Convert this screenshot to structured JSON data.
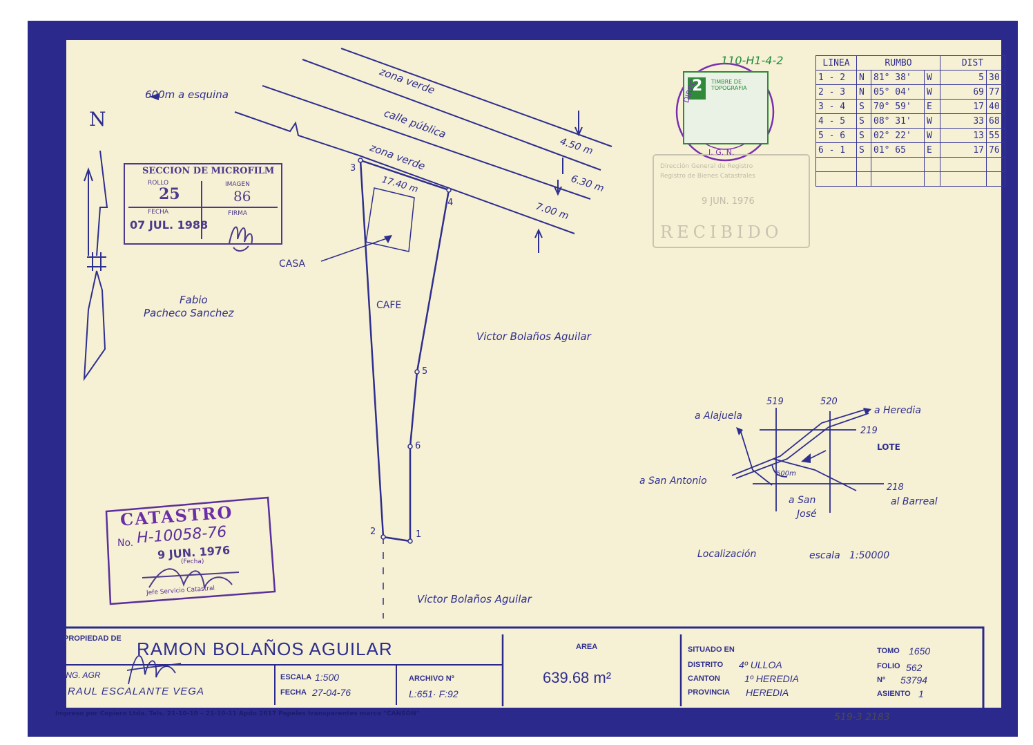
{
  "ref_top": "110-H1-4-2",
  "north": "N",
  "street": {
    "to_corner": "600m a esquina",
    "zona_verde_1": "zona verde",
    "calle": "calle pública",
    "zona_verde_2": "zona verde",
    "w1": "4.50 m",
    "w2": "6.30 m",
    "w3": "7.00 m"
  },
  "lot": {
    "front": "17.40 m",
    "house": "CASA",
    "crop": "CAFE",
    "pts": [
      "3",
      "4",
      "5",
      "6",
      "2",
      "1"
    ]
  },
  "neighbors": {
    "west_1": "Fabio",
    "west_2": "Pacheco Sanchez",
    "east": "Victor Bolaños Aguilar",
    "south": "Victor Bolaños Aguilar"
  },
  "microfilm": {
    "title": "SECCION DE MICROFILM",
    "rollo_lbl": "ROLLO",
    "rollo": "25",
    "imagen_lbl": "IMAGEN",
    "imagen": "86",
    "fecha_lbl": "FECHA",
    "fecha": "07 JUL. 1988",
    "firma_lbl": "FIRMA"
  },
  "catastro": {
    "title": "CATASTRO",
    "no_lbl": "No.",
    "no": "H-10058-76",
    "date": "9 JUN. 1976",
    "fecha_lbl": "(Fecha)",
    "jefe": "Jefe Servicio Catastral"
  },
  "ign_stamp": {
    "timbre": "TIMBRE DE TOPOGRAFIA",
    "value": "2",
    "ign": "I. G. N.",
    "direc": "DIREC"
  },
  "recibido": {
    "line1": "Dirección General de Registro",
    "line2": "Registro de Bienes Catastrales",
    "date": "9 JUN. 1976",
    "word": "RECIBIDO"
  },
  "rumbos": {
    "headers": [
      "LINEA",
      "RUMBO",
      "DIST"
    ],
    "rows": [
      [
        "1 - 2",
        "N",
        "81° 38'",
        "W",
        "5",
        "30"
      ],
      [
        "2 - 3",
        "N",
        "05° 04'",
        "W",
        "69",
        "77"
      ],
      [
        "3 - 4",
        "S",
        "70° 59'",
        "E",
        "17",
        "40"
      ],
      [
        "4 - 5",
        "S",
        "08° 31'",
        "W",
        "33",
        "68"
      ],
      [
        "5 - 6",
        "S",
        "02° 22'",
        "W",
        "13",
        "55"
      ],
      [
        "6 - 1",
        "S",
        "01° 65",
        "E",
        "17",
        "76"
      ]
    ]
  },
  "location": {
    "c519": "519",
    "c520": "520",
    "c219": "219",
    "c218": "218",
    "alajuela": "a Alajuela",
    "heredia": "a Heredia",
    "lote": "LOTE",
    "sanantonio": "a San Antonio",
    "m500": "500m",
    "sanjose_1": "a San",
    "sanjose_2": "José",
    "barreal": "al Barreal",
    "title": "Localización",
    "scale": "escala   1:50000"
  },
  "footer": {
    "prop_lbl": "PROPIEDAD DE",
    "owner": "RAMON BOLAÑOS AGUILAR",
    "ing_lbl": "ING. AGR",
    "ing": "RAUL ESCALANTE VEGA",
    "escala_lbl": "ESCALA",
    "escala": "1:500",
    "fecha_lbl": "FECHA",
    "fecha": "27-04-76",
    "archivo_lbl": "ARCHIVO Nº",
    "archivo": "L:651· F:92",
    "area_lbl": "AREA",
    "area": "639.68 m²",
    "situado_lbl": "SITUADO EN",
    "distrito_lbl": "DISTRITO",
    "distrito": "4º ULLOA",
    "canton_lbl": "CANTON",
    "canton": "1º HEREDIA",
    "provincia_lbl": "PROVINCIA",
    "provincia": "HEREDIA",
    "tomo_lbl": "TOMO",
    "tomo": "1650",
    "folio_lbl": "FOLIO",
    "folio": "562",
    "no_lbl": "Nº",
    "no": "53794",
    "asiento_lbl": "ASIENTO",
    "asiento": "1",
    "printer": "Impreso por Copiero Ltda. Tels. 21-10-10 – 21-10-11  Apdo 2617   Papeles transparentes  marca \"CANSON\"",
    "bottom_ref": "519-3  2183"
  },
  "colors": {
    "border": "#2b2a8c",
    "ink": "#2e2e8e",
    "paper": "#f6f0d4",
    "stamp": "#7a2fb0"
  }
}
